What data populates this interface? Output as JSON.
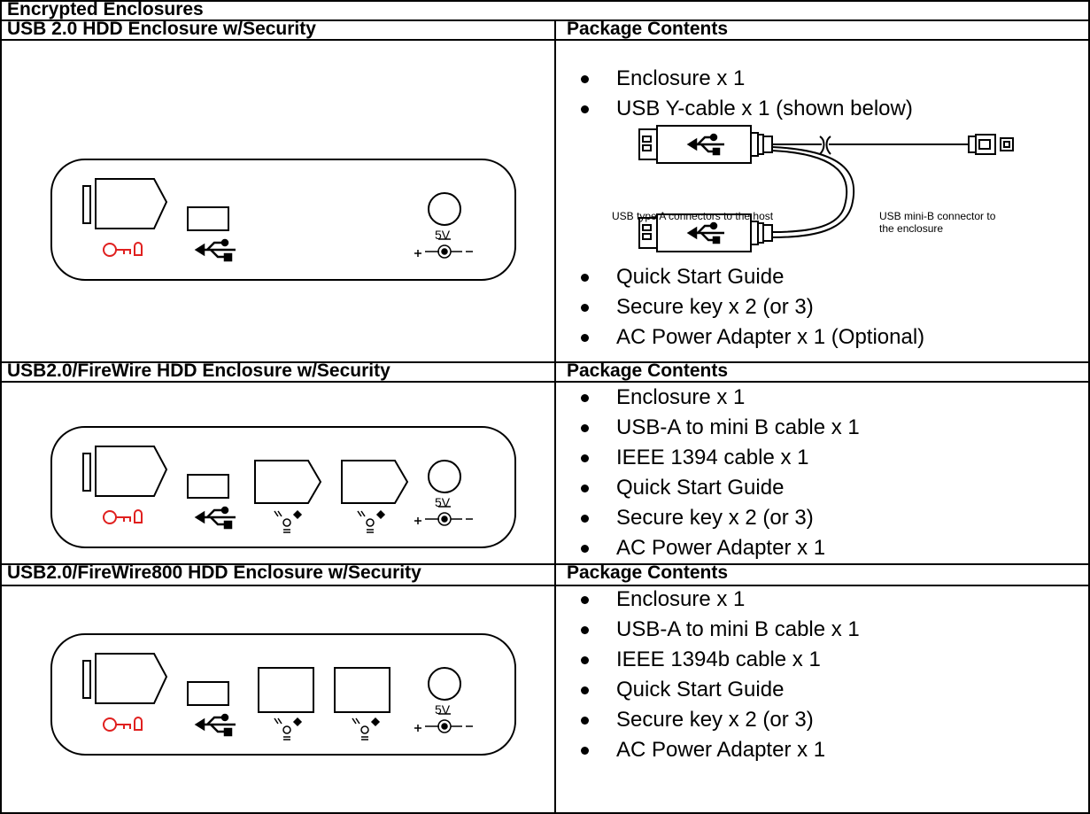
{
  "document": {
    "title": "Encrypted Enclosures",
    "sections": [
      {
        "heading": "USB 2.0 HDD Enclosure w/Security",
        "contents_heading": "Package Contents",
        "items": [
          "Enclosure x 1",
          "USB Y-cable x 1 (shown below)",
          "Quick Start Guide",
          "Secure key x 2 (or 3)",
          "AC Power Adapter x 1 (Optional)"
        ],
        "cable_label_host": "USB type A connectors to the host",
        "cable_label_enclosure": "USB mini-B connector to the enclosure",
        "power_label": "5V"
      },
      {
        "heading": "USB2.0/FireWire HDD Enclosure w/Security",
        "contents_heading": "Package Contents",
        "items": [
          "Enclosure x 1",
          "USB-A to mini B cable x 1",
          "IEEE 1394 cable x 1",
          "Quick Start Guide",
          "Secure key x 2 (or 3)",
          "AC Power Adapter x 1"
        ],
        "power_label": "5V"
      },
      {
        "heading": "USB2.0/FireWire800 HDD Enclosure w/Security",
        "contents_heading": "Package Contents",
        "items": [
          "Enclosure x 1",
          "USB-A to mini B cable x 1",
          "IEEE 1394b cable x 1",
          "Quick Start Guide",
          "Secure key x 2 (or 3)",
          "AC Power Adapter x 1"
        ],
        "power_label": "5V"
      }
    ]
  },
  "colors": {
    "key_icon": "#e0201f",
    "border": "#000000"
  },
  "icons": [
    "key-icon",
    "usb-icon",
    "firewire-icon",
    "dc-power-icon"
  ]
}
